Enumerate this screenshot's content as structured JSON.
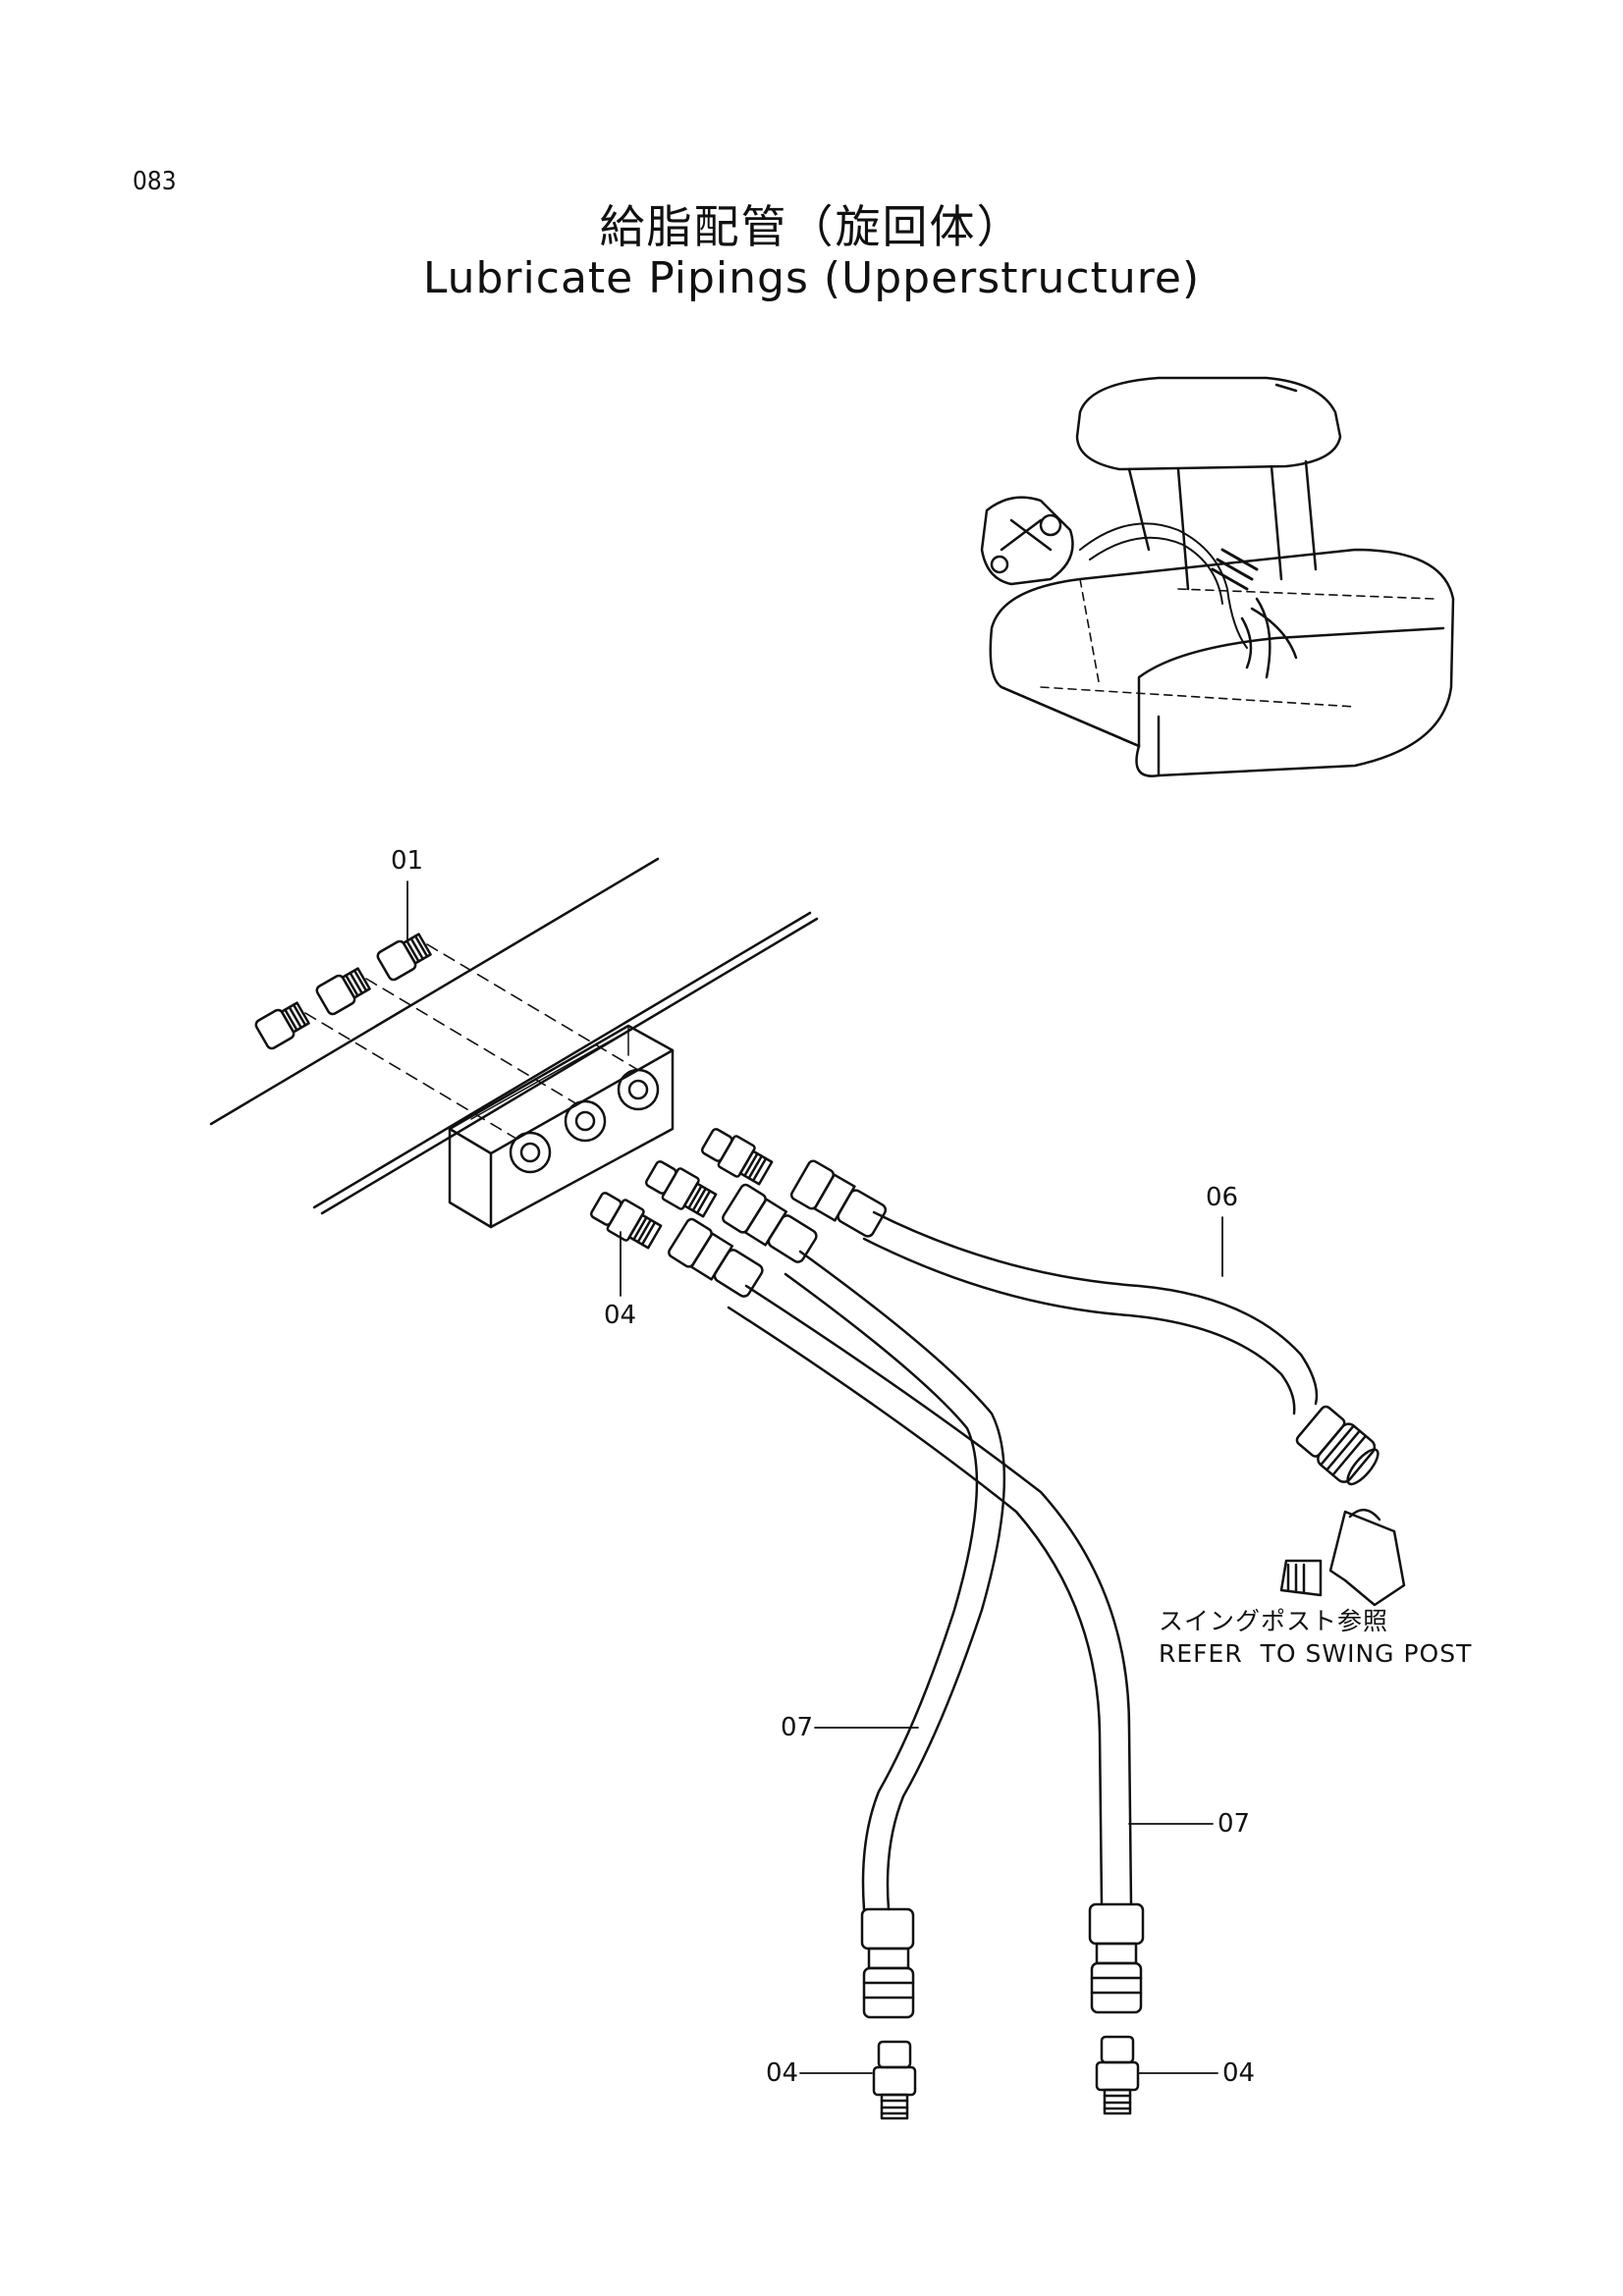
{
  "page_number": "083",
  "title_jp": "給脂配管（旋回体）",
  "title_en": "Lubricate Pipings (Upperstructure)",
  "callouts": {
    "c01": "01",
    "c04_top": "04",
    "c06": "06",
    "c07_left": "07",
    "c07_right": "07",
    "c04_bottom_left": "04",
    "c04_bottom_right": "04"
  },
  "note": {
    "jp": "スイングポスト参照",
    "en": "REFER  TO SWING POST"
  }
}
